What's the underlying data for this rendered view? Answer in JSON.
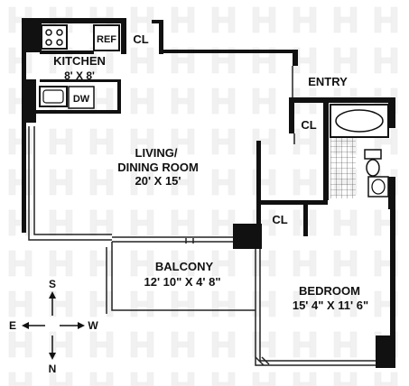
{
  "colors": {
    "wall": "#111111",
    "watermark": "#f1f1f1",
    "line": "#222222"
  },
  "rooms": {
    "ref": "REF",
    "cl_kitchen": "CL",
    "kitchen_name": "KITCHEN",
    "kitchen_size": "8' X 8'",
    "dw": "DW",
    "entry": "ENTRY",
    "cl_bath": "CL",
    "living_name": "LIVING/",
    "living_name2": "DINING ROOM",
    "living_size": "20' X 15'",
    "cl_bedroom": "CL",
    "balcony_name": "BALCONY",
    "balcony_size": "12' 10\" X 4' 8\"",
    "bedroom_name": "BEDROOM",
    "bedroom_size": "15' 4\" X 11' 6\""
  },
  "compass": {
    "s": "S",
    "n": "N",
    "e": "E",
    "w": "W"
  },
  "icons": [
    "compass-icon",
    "stove-icon",
    "sink-icon",
    "bathtub-icon",
    "toilet-icon",
    "vanity-sink-icon",
    "watermark-pattern-icon"
  ]
}
